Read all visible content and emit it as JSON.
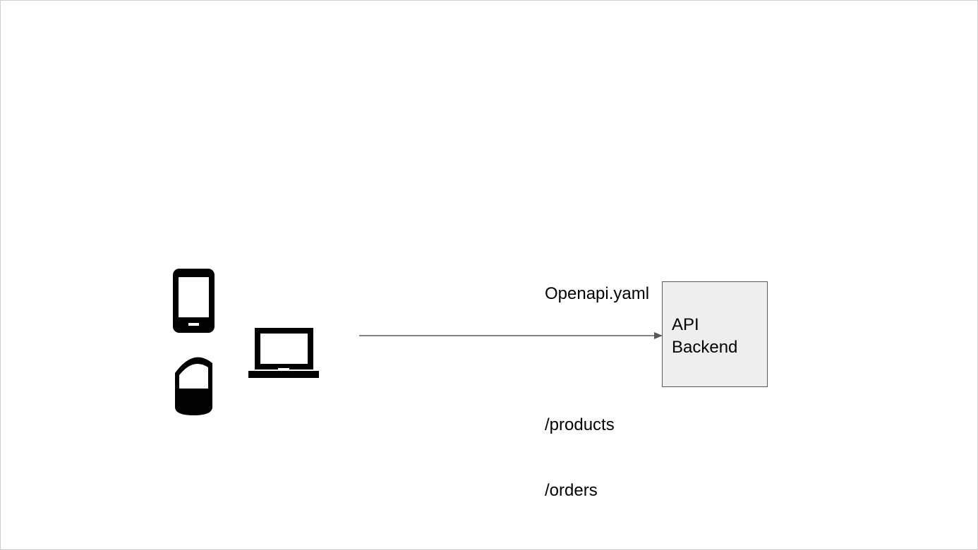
{
  "diagram": {
    "spec": {
      "filename": "Openapi.yaml",
      "paths": [
        "/products",
        "/orders"
      ]
    },
    "backend": {
      "label": "API\nBackend",
      "fill_color": "#eeeeee",
      "border_color": "#595959"
    },
    "clients": [
      {
        "icon": "smartphone-icon"
      },
      {
        "icon": "smart-speaker-icon"
      },
      {
        "icon": "laptop-icon"
      }
    ],
    "connector": {
      "color": "#595959",
      "direction": "clients-to-backend"
    }
  }
}
